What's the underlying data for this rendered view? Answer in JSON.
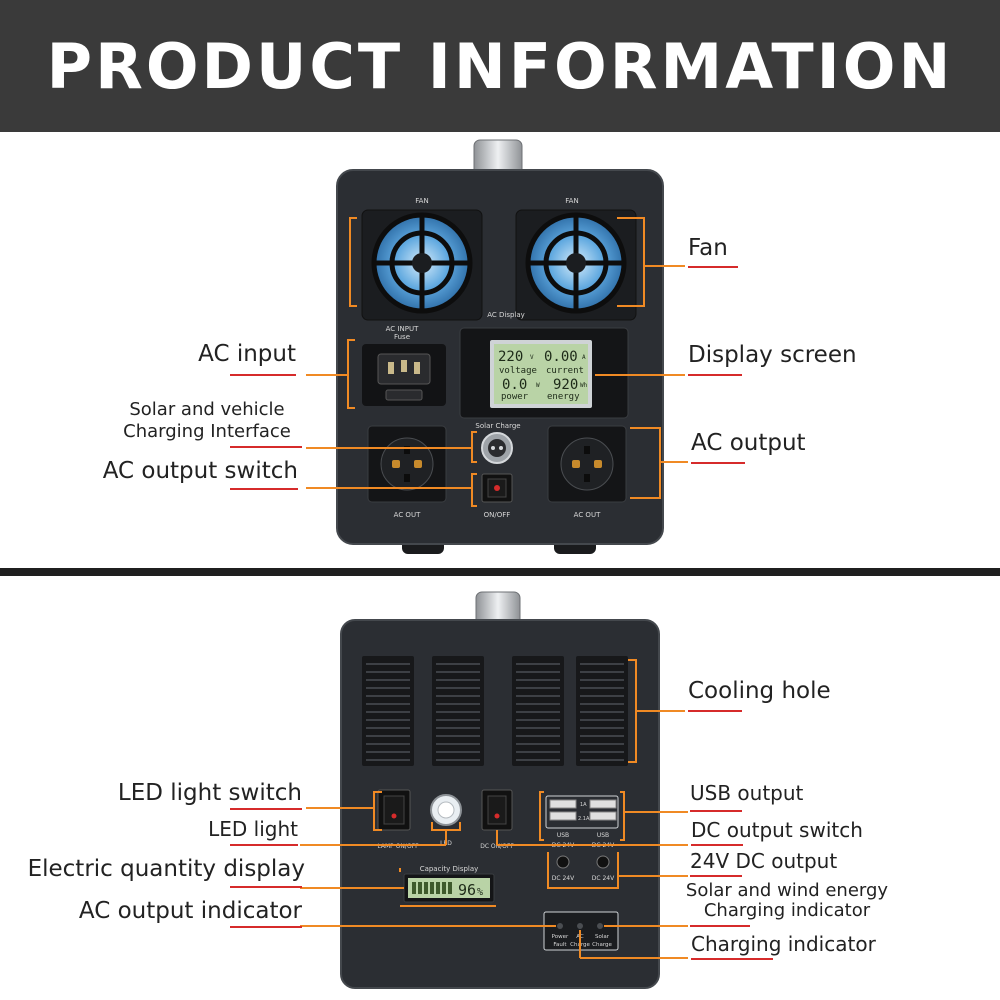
{
  "header": {
    "title": "PRODUCT INFORMATION"
  },
  "front": {
    "labels": {
      "fan": "Fan",
      "ac_input": "AC input",
      "display_screen": "Display screen",
      "solar_vehicle_line1": "Solar and vehicle",
      "solar_vehicle_line2": "Charging Interface",
      "ac_output": "AC output",
      "ac_output_switch": "AC output switch"
    },
    "device_text": {
      "fan_left": "FAN",
      "fan_right": "FAN",
      "ac_display": "AC Display",
      "ac_input_line1": "AC INPUT",
      "ac_input_line2": "Fuse",
      "solar_charge": "Solar Charge",
      "ac_out_left": "AC OUT",
      "ac_out_right": "AC OUT",
      "on_off": "ON/OFF"
    },
    "lcd": {
      "voltage_value": "220",
      "voltage_unit": "V",
      "current_value": "0.00",
      "current_unit": "A",
      "voltage_label": "voltage",
      "current_label": "current",
      "power_value": "0.0",
      "power_unit": "W",
      "energy_value": "920",
      "energy_unit": "Wh",
      "power_label": "power",
      "energy_label": "energy"
    }
  },
  "back": {
    "labels": {
      "cooling_hole": "Cooling hole",
      "led_switch": "LED light switch",
      "led_light": "LED light",
      "electric_quantity": "Electric quantity display",
      "ac_output_indicator": "AC output indicator",
      "usb_output": "USB output",
      "dc_output_switch": "DC output switch",
      "dc_24v_output": "24V DC output",
      "solar_wind_line1": "Solar and wind energy",
      "solar_wind_line2": "Charging indicator",
      "charging_indicator": "Charging indicator"
    },
    "device_text": {
      "lamp_onoff": "LAMP  ON/OFF",
      "led": "LED",
      "dc_onoff": "DC  ON/OFF",
      "capacity_display": "Capacity Display",
      "capacity_value": "96",
      "capacity_unit": "%",
      "usb_left": "USB",
      "usb_right": "USB",
      "usb_1a": "1A",
      "usb_21a": "2.1A",
      "dc24_top_left": "DC 24V",
      "dc24_top_right": "DC 24V",
      "dc24_bottom_left": "DC 24V",
      "dc24_bottom_right": "DC 24V",
      "power_fault_line1": "Power",
      "power_fault_line2": "Fault",
      "ac_charge_line1": "AC",
      "ac_charge_line2": "Charge",
      "solar_charge_line1": "Solar",
      "solar_charge_line2": "Charge"
    }
  },
  "colors": {
    "header_bg": "#3a3a3a",
    "callout_orange": "#f08a24",
    "underline_red": "#d62b2b",
    "device_body": "#2b2e33",
    "lcd_green": "#b9d3a6",
    "fan_blue": "#5fa8df"
  }
}
